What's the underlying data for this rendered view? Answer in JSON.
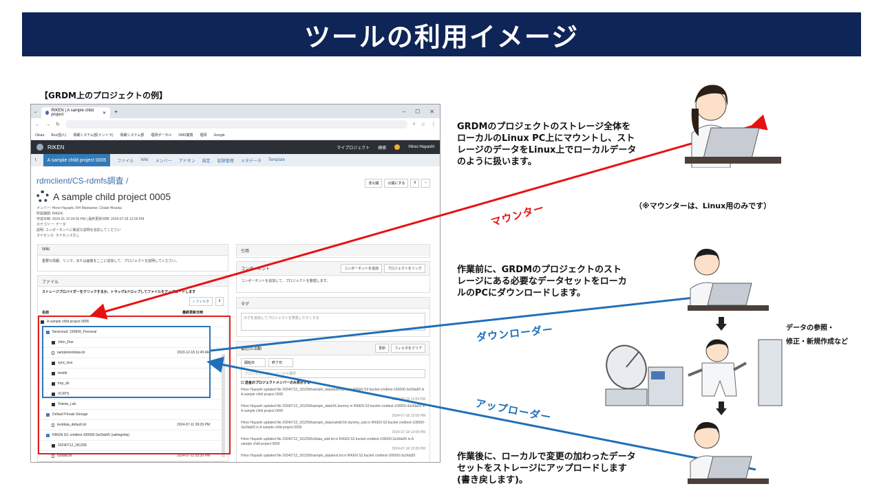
{
  "slide": {
    "title": "ツールの利用イメージ",
    "section_label": "【GRDM上のプロジェクトの例】"
  },
  "browser": {
    "tab_title": "RIKEN | A sample child project",
    "bookmarks": [
      "Okuta",
      "Box(個人)",
      "情報システム部(イントラ)",
      "情報システム部",
      "理研ポータル",
      "DMS業務",
      "理研",
      "Google"
    ]
  },
  "app": {
    "brand": "RIKEN",
    "nav_right": [
      "マイプロジェクト",
      "検索"
    ],
    "user": "Hiroo Hayashi",
    "project_tab": "A sample child project 0005",
    "tabs": [
      "ファイル",
      "Wiki",
      "メンバー",
      "アドオン",
      "設定",
      "証跡管理",
      "メタデータ",
      "Template"
    ],
    "breadcrumb": "rdmclient/CS-rdmfs調査 /",
    "project_title": "A sample child project 0005",
    "buttons": [
      "非公開",
      "公開にする",
      "0"
    ],
    "meta": [
      "メンバー: Hiroo Hayashi, RH Maintainer, Chiaki Hiraoka",
      "所属機関: RIKEN",
      "作成日時: 2024-01-10 04:35 PM | 最終更新日時: 2024-07-18 12:09 PM",
      "カテゴリー: データ",
      "説明: コンポーネントに簡潔な説明を追加してください",
      "ライセンス: ライセンスなし"
    ],
    "wiki": {
      "head": "Wiki",
      "body": "重要な情報、リンク、または画像をここに追加して、プロジェクトを説明してください。"
    },
    "files": {
      "head": "ファイル",
      "instruction": "ストレージプロバイダーをクリックするか、トラッグ&ドロップしてファイルをアップロードします",
      "filter": "フィルタ",
      "col_name": "名前",
      "col_date": "最終更新日時",
      "rows": [
        {
          "name": "A sample child project 0005",
          "date": "",
          "indent": 0,
          "kind": "root"
        },
        {
          "name": "Nextcloud: 230834_Personal",
          "date": "",
          "indent": 1,
          "kind": "storage"
        },
        {
          "name": "John_Doe",
          "date": "",
          "indent": 2,
          "kind": "folder"
        },
        {
          "name": "sampletestdata.txt",
          "date": "2023-12-18 11:45 AM",
          "indent": 2,
          "kind": "file"
        },
        {
          "name": "sync_test",
          "date": "",
          "indent": 2,
          "kind": "folder"
        },
        {
          "name": "testdir",
          "date": "",
          "indent": 2,
          "kind": "folder"
        },
        {
          "name": "tmp_dir",
          "date": "",
          "indent": 2,
          "kind": "folder"
        },
        {
          "name": "VCATS",
          "date": "",
          "indent": 2,
          "kind": "folder"
        },
        {
          "name": "Yokota_Lab",
          "date": "",
          "indent": 2,
          "kind": "folder"
        },
        {
          "name": "Default Private Storage",
          "date": "",
          "indent": 1,
          "kind": "storage"
        },
        {
          "name": "testdata_default.txt",
          "date": "2024-07-11 09:26 PM",
          "indent": 2,
          "kind": "file"
        },
        {
          "name": "RIKEN S3: cmdtest-100000-3a1fda55 (sailingship)",
          "date": "",
          "indent": 1,
          "kind": "storage"
        },
        {
          "name": "20240712_181258",
          "date": "",
          "indent": 2,
          "kind": "folder"
        },
        {
          "name": "s3data.txt",
          "date": "2024-07-11 03:26 PM",
          "indent": 2,
          "kind": "file"
        }
      ]
    },
    "citation": {
      "head": "引用"
    },
    "components": {
      "head": "コンポーネント",
      "add": "コンポーネントを追加",
      "link": "プロジェクトをリンク",
      "body": "コンポーネントを追加して、プロジェクトを整理します。"
    },
    "tags": {
      "head": "タグ",
      "placeholder": "タグを追加してプロジェクトを発見しやすくする"
    },
    "log": {
      "head": "最近の活動",
      "update": "更新",
      "clear": "フィルタをクリア",
      "from": "開始日",
      "to": "終了日",
      "member_ph": "プロジェクトのメンバーから選択",
      "checkbox": "送金のプロジェクトメンバーのみ表示する",
      "items": [
        {
          "text": "Hiroo Hayashi updated file 20240712_181258/sample_data/dummy.txt in RIKEN S3 bucket cmdtest-100000-3a1fda55 in A sample child project 0005",
          "date": "2024-07-18 12:09 PM"
        },
        {
          "text": "Hiroo Hayashi updated file 20240712_181258/sample_data/1K.dummy in RIKEN S3 bucket cmdtest-100000-3a1fda55 in A sample child project 0005",
          "date": "2024-07-18 12:09 PM"
        },
        {
          "text": "Hiroo Hayashi updated file 20240712_181258/sample_data/subdir/1K.dummy_sub in RIKEN S3 bucket cmdtest-100000-3a1fda55 in A sample child project 0005",
          "date": "2024-07-18 12:09 PM"
        },
        {
          "text": "Hiroo Hayashi updated file 20240712_181258/s3data_add.txt in RIKEN S3 bucket cmdtest-100000-3a1fda55 in A sample child project 0005",
          "date": "2024-07-18 12:09 PM"
        },
        {
          "text": "Hiroo Hayashi updated file 20240712_181258/sample_data/test.txt in RIKEN S3 bucket cmdtest-100000-3a1fda55",
          "date": ""
        }
      ]
    }
  },
  "descriptions": {
    "mounter": "GRDMのプロジェクトのストレージ全体をローカルのLinux PC上にマウントし、ストレージのデータをLinux上でローカルデータのように扱います。",
    "mounter_note": "（※マウンターは、Linux用のみです）",
    "downloader": "作業前に、GRDMのプロジェクトのストレージにある必要なデータセットをローカルのPCにダウンロードします。",
    "uploader": "作業後に、ローカルで変更の加わったデータセットをストレージにアップロードします(書き戻します)。",
    "side": [
      "データの参照・",
      "修正・新規作成など"
    ]
  },
  "arrows": {
    "mounter": {
      "label": "マウンター",
      "color": "#e81010"
    },
    "downloader": {
      "label": "ダウンローダー",
      "color": "#1f6fb8"
    },
    "uploader": {
      "label": "アップローダー",
      "color": "#1f6fb8"
    }
  },
  "colors": {
    "title_bg": "#0f2557",
    "highlight_red": "#e01c1c",
    "highlight_blue": "#2e74b5"
  }
}
